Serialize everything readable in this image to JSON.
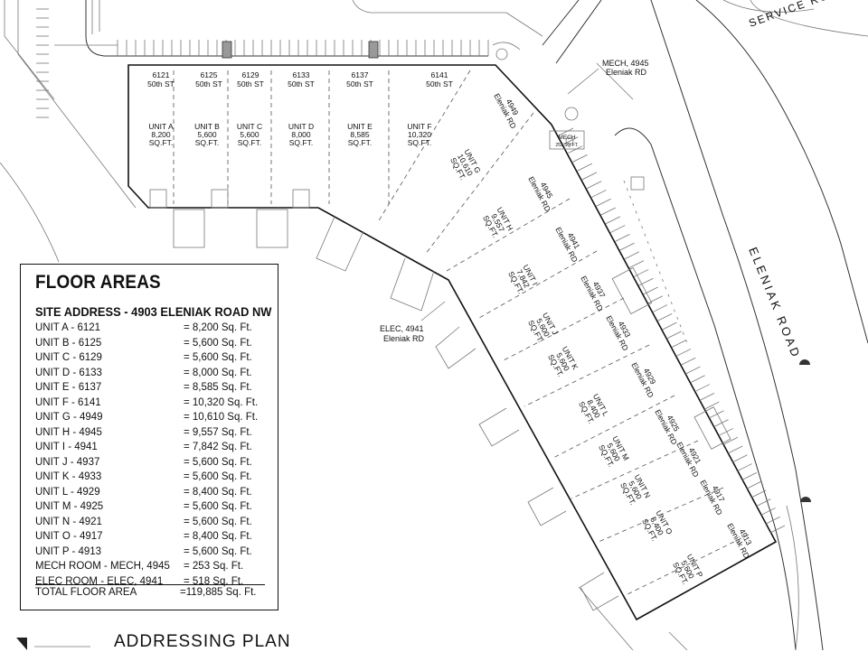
{
  "road_labels": {
    "service_road": "SERVICE RO",
    "eleniak_road": "ELENIAK ROAD"
  },
  "units": [
    {
      "address": "6121",
      "street": "50th ST",
      "unit": "UNIT A",
      "area": "8,200",
      "unit_sq": "SQ.FT."
    },
    {
      "address": "6125",
      "street": "50th ST",
      "unit": "UNIT B",
      "area": "5,600",
      "unit_sq": "SQ.FT."
    },
    {
      "address": "6129",
      "street": "50th ST",
      "unit": "UNIT C",
      "area": "5,600",
      "unit_sq": "SQ.FT."
    },
    {
      "address": "6133",
      "street": "50th ST",
      "unit": "UNIT D",
      "area": "8,000",
      "unit_sq": "SQ.FT."
    },
    {
      "address": "6137",
      "street": "50th ST",
      "unit": "UNIT E",
      "area": "8,585",
      "unit_sq": "SQ.FT."
    },
    {
      "address": "6141",
      "street": "50th ST",
      "unit": "UNIT F",
      "area": "10,320",
      "unit_sq": "SQ.FT."
    },
    {
      "address": "4949",
      "street": "Eleniak RD",
      "unit": "UNIT G",
      "area": "10,610",
      "unit_sq": "SQ.FT."
    },
    {
      "address": "4945",
      "street": "Eleniak RD",
      "unit": "UNIT H",
      "area": "9,557",
      "unit_sq": "SQ.FT."
    },
    {
      "address": "4941",
      "street": "Eleniak RD",
      "unit": "UNIT I",
      "area": "7,842",
      "unit_sq": "SQ.FT."
    },
    {
      "address": "4937",
      "street": "Eleniak RD",
      "unit": "UNIT J",
      "area": "5,600",
      "unit_sq": "SQ.FT."
    },
    {
      "address": "4933",
      "street": "Eleniak RD",
      "unit": "UNIT K",
      "area": "5,600",
      "unit_sq": "SQ.FT."
    },
    {
      "address": "4929",
      "street": "Eleniak RD",
      "unit": "UNIT L",
      "area": "8,400",
      "unit_sq": "SQ.FT."
    },
    {
      "address": "4925",
      "street": "Eleniak RD",
      "unit": "UNIT M",
      "area": "5,600",
      "unit_sq": "SQ.FT."
    },
    {
      "address": "4921",
      "street": "Eleniak RD",
      "unit": "UNIT N",
      "area": "5,600",
      "unit_sq": "SQ.FT."
    },
    {
      "address": "4917",
      "street": "Eleniak RD",
      "unit": "UNIT O",
      "area": "8,400",
      "unit_sq": "SQ.FT."
    },
    {
      "address": "4913",
      "street": "Eleniak RD",
      "unit": "UNIT P",
      "area": "5,600",
      "unit_sq": "SQ.FT."
    }
  ],
  "mech_callout": {
    "line1": "MECH, 4945",
    "line2": "Eleniak RD"
  },
  "mech_room": {
    "label": "MECH",
    "area": "253 SQ.FT."
  },
  "elec_callout": {
    "line1": "ELEC, 4941",
    "line2": "Eleniak RD"
  },
  "floor_areas": {
    "title": "FLOOR AREAS",
    "site_address": "SITE ADDRESS  -  4903 ELENIAK ROAD NW",
    "rows": [
      {
        "name": "UNIT A - 6121",
        "area": "= 8,200 Sq. Ft."
      },
      {
        "name": "UNIT B - 6125",
        "area": "= 5,600 Sq. Ft."
      },
      {
        "name": "UNIT C - 6129",
        "area": "= 5,600 Sq. Ft."
      },
      {
        "name": "UNIT D - 6133",
        "area": "= 8,000 Sq. Ft."
      },
      {
        "name": "UNIT E - 6137",
        "area": "= 8,585 Sq. Ft."
      },
      {
        "name": "UNIT F - 6141",
        "area": "= 10,320 Sq. Ft."
      },
      {
        "name": "UNIT G - 4949",
        "area": "= 10,610 Sq. Ft."
      },
      {
        "name": "UNIT H - 4945",
        "area": "= 9,557 Sq. Ft."
      },
      {
        "name": "UNIT I - 4941",
        "area": "= 7,842 Sq. Ft."
      },
      {
        "name": "UNIT J - 4937",
        "area": "= 5,600 Sq. Ft."
      },
      {
        "name": "UNIT K - 4933",
        "area": "= 5,600 Sq. Ft."
      },
      {
        "name": "UNIT L - 4929",
        "area": "= 8,400 Sq. Ft."
      },
      {
        "name": "UNIT M - 4925",
        "area": "= 5,600 Sq. Ft."
      },
      {
        "name": "UNIT N - 4921",
        "area": "= 5,600 Sq. Ft."
      },
      {
        "name": "UNIT O - 4917",
        "area": "= 8,400 Sq. Ft."
      },
      {
        "name": "UNIT P - 4913",
        "area": "= 5,600 Sq. Ft."
      },
      {
        "name": "MECH ROOM - MECH, 4945",
        "area": "= 253 Sq. Ft."
      },
      {
        "name": "ELEC ROOM - ELEC, 4941",
        "area": "= 518 Sq. Ft."
      }
    ],
    "total_label": "TOTAL FLOOR AREA",
    "total_value": "=119,885 Sq. Ft."
  },
  "footer_title": "ADDRESSING PLAN"
}
